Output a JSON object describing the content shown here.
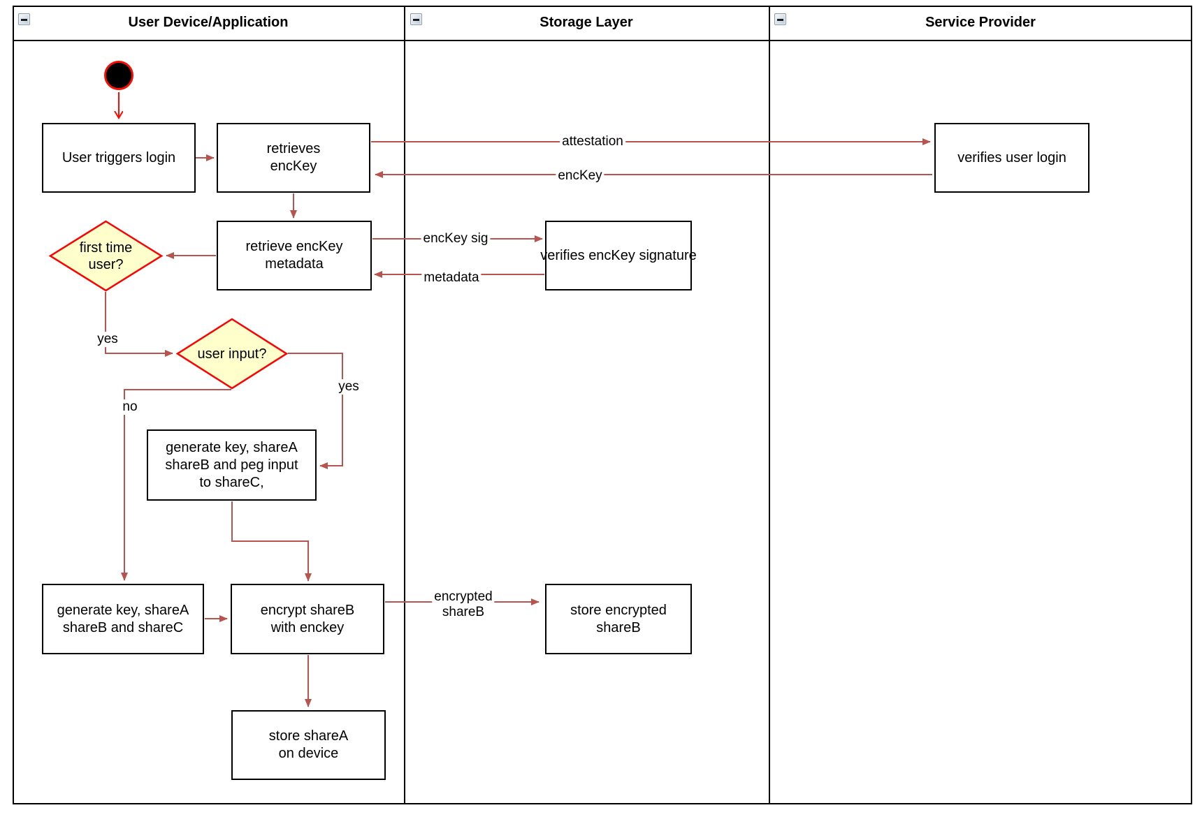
{
  "lanes": [
    {
      "title": "User Device/Application"
    },
    {
      "title": "Storage Layer"
    },
    {
      "title": "Service Provider"
    }
  ],
  "nodes": {
    "user_triggers_login": "User triggers login",
    "retrieves_enckey": "retrieves\nencKey",
    "verifies_user_login": "verifies user login",
    "retrieve_enckey_metadata": "retrieve encKey\nmetadata",
    "verifies_enckey_signature": "verifies encKey signature",
    "first_time_user": "first time\nuser?",
    "user_input": "user input?",
    "generate_key_peg_input": "generate key, shareA\nshareB and peg input\nto shareC,",
    "generate_key_shares": "generate key, shareA\nshareB and shareC",
    "encrypt_shareb": "encrypt shareB\nwith enckey",
    "store_encrypted_shareb": "store encrypted\nshareB",
    "store_sharea": "store shareA\non device"
  },
  "edge_labels": {
    "attestation": "attestation",
    "enckey": "encKey",
    "enckey_sig": "encKey sig",
    "metadata": "metadata",
    "first_time_yes": "yes",
    "user_input_no": "no",
    "user_input_yes": "yes",
    "encrypted_shareb": "encrypted\nshareB"
  },
  "colors": {
    "edge_line": "#b85450",
    "start_accent": "#f90d02",
    "decision_border": "#ff0000",
    "decision_fill": "#ffffcc",
    "node_border": "#000000",
    "lane_border": "#000000"
  }
}
